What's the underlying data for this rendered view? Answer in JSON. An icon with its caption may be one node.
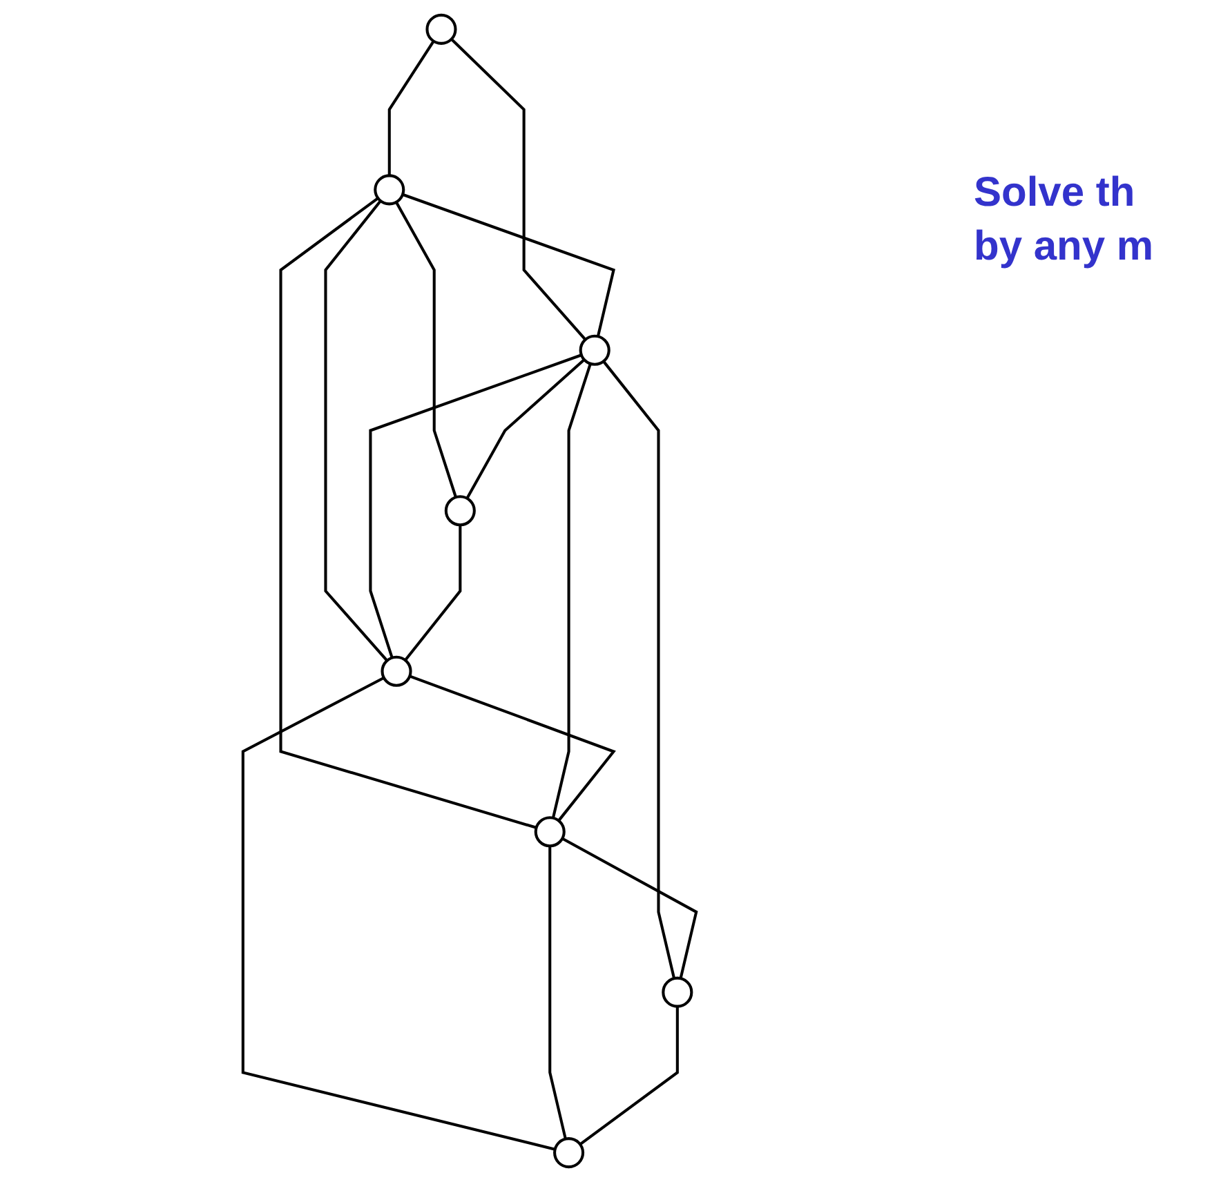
{
  "diagram": {
    "nodes": [
      {
        "text": [],
        "shape": "circle"
      },
      {
        "text": [],
        "shape": "circle"
      },
      {
        "text": [],
        "shape": "circle"
      },
      {
        "text": [],
        "shape": "circle"
      },
      {
        "text": [],
        "shape": "circle"
      },
      {
        "text": [],
        "shape": "circle"
      },
      {
        "text": [],
        "shape": "circle"
      },
      {
        "text": [],
        "shape": "circle"
      }
    ],
    "edges": [
      {
        "from": 0,
        "to": 1,
        "arrow": "none"
      },
      {
        "from": 0,
        "to": 2,
        "arrow": "none"
      },
      {
        "from": 1,
        "to": 2,
        "arrow": "none"
      },
      {
        "from": 1,
        "to": 3,
        "arrow": "none"
      },
      {
        "from": 1,
        "to": 5,
        "arrow": "none"
      },
      {
        "from": 1,
        "to": 6,
        "arrow": "none"
      },
      {
        "from": 2,
        "to": 3,
        "arrow": "none"
      },
      {
        "from": 2,
        "to": 5,
        "arrow": "none"
      },
      {
        "from": 2,
        "to": 6,
        "arrow": "none"
      },
      {
        "from": 2,
        "to": 4,
        "arrow": "none"
      },
      {
        "from": 3,
        "to": 5,
        "arrow": "none"
      },
      {
        "from": 5,
        "to": 6,
        "arrow": "none"
      },
      {
        "from": 6,
        "to": 4,
        "arrow": "none"
      },
      {
        "from": 5,
        "to": 7,
        "arrow": "none"
      },
      {
        "from": 6,
        "to": 7,
        "arrow": "none"
      },
      {
        "from": 4,
        "to": 7,
        "arrow": "none"
      }
    ],
    "labels": [
      "Solve th by any m"
    ]
  }
}
